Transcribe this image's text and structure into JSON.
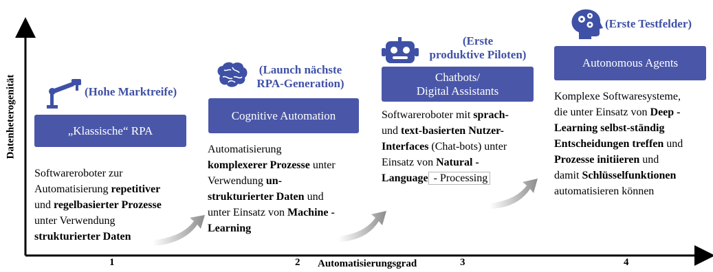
{
  "axes": {
    "y_label": "Datenheterogenität",
    "x_label": "Automatisierungsgrad"
  },
  "stages": [
    {
      "number": "1",
      "icon": "robot-arm-icon",
      "tag": "(Hohe Marktreife)",
      "title": "„Klassische“ RPA",
      "desc": [
        [
          "Softwareroboter zur"
        ],
        [
          "Automatisierung ",
          "repetitiver"
        ],
        [
          "und ",
          "regelbasierter Prozesse"
        ],
        [
          "unter Verwendung"
        ],
        [
          "",
          "strukturierter Daten"
        ]
      ]
    },
    {
      "number": "2",
      "icon": "brain-icon",
      "tag_line1": "(Launch nächste",
      "tag_line2": "RPA-Generation)",
      "title": "Cognitive Automation",
      "desc": [
        [
          "Automatisierung"
        ],
        [
          "",
          "komplexerer Prozesse",
          " unter"
        ],
        [
          "Verwendung ",
          "un-"
        ],
        [
          "",
          "strukturierter Daten",
          " und"
        ],
        [
          "unter Einsatz von ",
          "Machine -"
        ],
        [
          "",
          "Learning"
        ]
      ]
    },
    {
      "number": "3",
      "icon": "robot-head-icon",
      "tag_line1": "(Erste",
      "tag_line2": "produktive Piloten)",
      "title_line1": "Chatbots/",
      "title_line2": "Digital Assistants",
      "desc_l1a": "Softwareroboter mit ",
      "desc_l1b": "sprach-",
      "desc_l2a": "und ",
      "desc_l2b": "text-basierten Nutzer-",
      "desc_l3a": "Interfaces",
      "desc_l3b": " (Chat-bots) unter",
      "desc_l4a": "Einsatz von ",
      "desc_l4b": "Natural -",
      "desc_l5a": "Language",
      "desc_l5b": " - Processing"
    },
    {
      "number": "4",
      "icon": "gear-head-icon",
      "tag": "(Erste Testfelder)",
      "title": "Autonomous Agents",
      "desc": [
        [
          "Komplexe Softwaresysteme,"
        ],
        [
          "die unter Einsatz von ",
          "Deep -"
        ],
        [
          "",
          "Learning selbst-ständig"
        ],
        [
          "",
          "Entscheidungen treffen",
          " und"
        ],
        [
          "",
          "Prozesse initiieren",
          " und"
        ],
        [
          "damit ",
          "Schlüsselfunktionen"
        ],
        [
          "automatisieren können"
        ]
      ]
    }
  ],
  "colors": {
    "box": "#4a57a8",
    "tag": "#3f51a6",
    "arrow": "#8c8c8c"
  }
}
